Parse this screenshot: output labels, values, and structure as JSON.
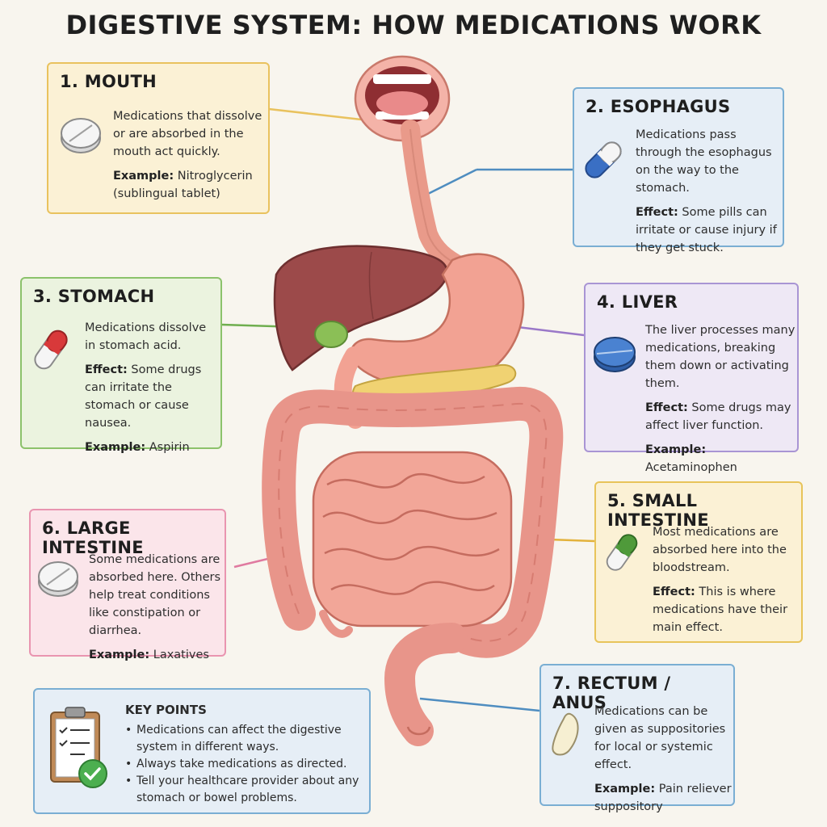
{
  "title": "DIGESTIVE SYSTEM: HOW MEDICATIONS WORK",
  "colors": {
    "mouth": "#e9c25e",
    "esophagus": "#7aaed3",
    "stomach": "#8cc26b",
    "liver": "#a995d4",
    "small_intestine": "#e8c45a",
    "large_intestine": "#e995b0",
    "rectum": "#7aaed3",
    "key_points": "#7aaed3"
  },
  "cards": {
    "mouth": {
      "heading": "1. MOUTH",
      "text": "Medications that dissolve or are absorbed in the mouth act quickly.",
      "label": "Example:",
      "value": "Nitroglycerin (sublingual tablet)"
    },
    "esophagus": {
      "heading": "2. ESOPHAGUS",
      "text": "Medications pass through the esophagus on the way to the stomach.",
      "label": "Effect:",
      "value": "Some pills can irritate or cause injury if they get stuck."
    },
    "stomach": {
      "heading": "3. STOMACH",
      "text": "Medications dissolve in stomach acid.",
      "label": "Effect:",
      "value": "Some drugs can irritate the stomach or cause nausea.",
      "label2": "Example:",
      "value2": "Aspirin"
    },
    "liver": {
      "heading": "4. LIVER",
      "text": "The liver processes many medications, breaking them down or activating them.",
      "label": "Effect:",
      "value": "Some drugs may affect liver function.",
      "label2": "Example:",
      "value2": "Acetaminophen"
    },
    "small_intestine": {
      "heading": "5. SMALL INTESTINE",
      "text": "Most medications are absorbed here into the bloodstream.",
      "label": "Effect:",
      "value": "This is where medications have their main effect."
    },
    "large_intestine": {
      "heading": "6. LARGE INTESTINE",
      "text": "Some medications are absorbed here. Others help treat conditions like constipation or diarrhea.",
      "label": "Example:",
      "value": "Laxatives"
    },
    "rectum": {
      "heading": "7. RECTUM / ANUS",
      "text": "Medications can be given as suppositories for local or systemic effect.",
      "label": "Example:",
      "value": "Pain reliever suppository"
    }
  },
  "key_points": {
    "heading": "KEY POINTS",
    "items": [
      "Medications can affect the digestive system in different ways.",
      "Always take medications as directed.",
      "Tell your healthcare provider about any stomach or bowel problems."
    ]
  }
}
